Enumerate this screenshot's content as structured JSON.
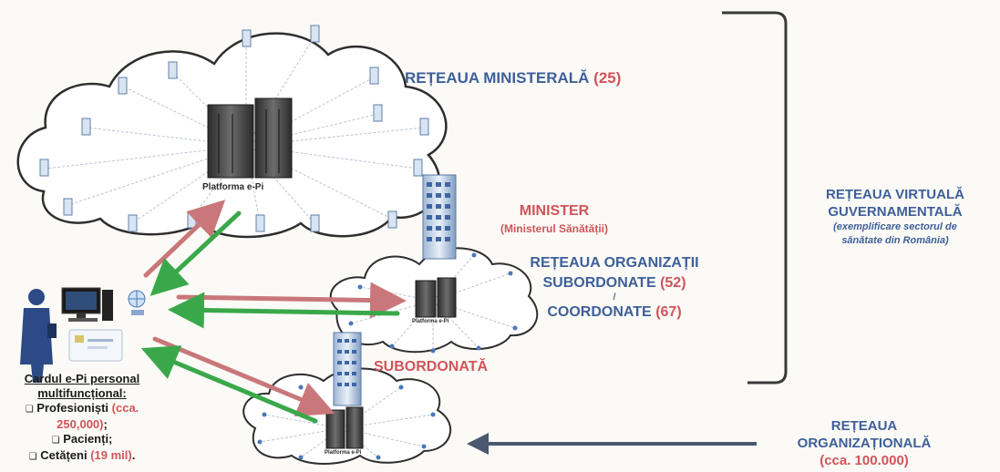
{
  "labels": {
    "ministry_network": "REȚEAUA MINISTERALĂ",
    "ministry_count": "(25)",
    "platform_main": "Platforma e-Pi",
    "platform_sub": "Platforma e-Pi",
    "platform_low": "Platforma e-Pi",
    "minister_title": "MINISTER",
    "minister_subtitle": "(Ministerul Sănătății)",
    "org_network_line1": "REȚEAUA ORGANIZAȚII",
    "org_network_line2": "SUBORDONATE",
    "org_network_count1": "(52)",
    "org_network_sep": "/",
    "org_network_line3": "COORDONATE",
    "org_network_count2": "(67)",
    "subordinate": "SUBORDONATĂ",
    "virtual_line1": "REȚEAUA VIRTUALĂ",
    "virtual_line2": "GUVERNAMENTALĂ",
    "virtual_note1": "(exemplificare sectorul de",
    "virtual_note2": "sănătate din România)",
    "org_net_line1": "REȚEAUA",
    "org_net_line2": "ORGANIZAȚIONALĂ",
    "org_net_count": "(cca. 100.000)"
  },
  "card": {
    "title1": "Cardul e-Pi personal",
    "title2": "multifuncțional:",
    "item1_label": "Profesioniști",
    "item1_count_a": "(cca.",
    "item1_count_b": "250,000)",
    "item1_tail": ";",
    "item2_label": "Pacienți;",
    "item3_label": "Cetățeni",
    "item3_count": "(19 mil)",
    "item3_tail": "."
  },
  "colors": {
    "blue_text": "#3e5f9a",
    "red_text": "#d0545a",
    "red_arrow": "#c9777a",
    "green_arrow": "#3aa84a",
    "dark_arrow": "#4a5870"
  }
}
